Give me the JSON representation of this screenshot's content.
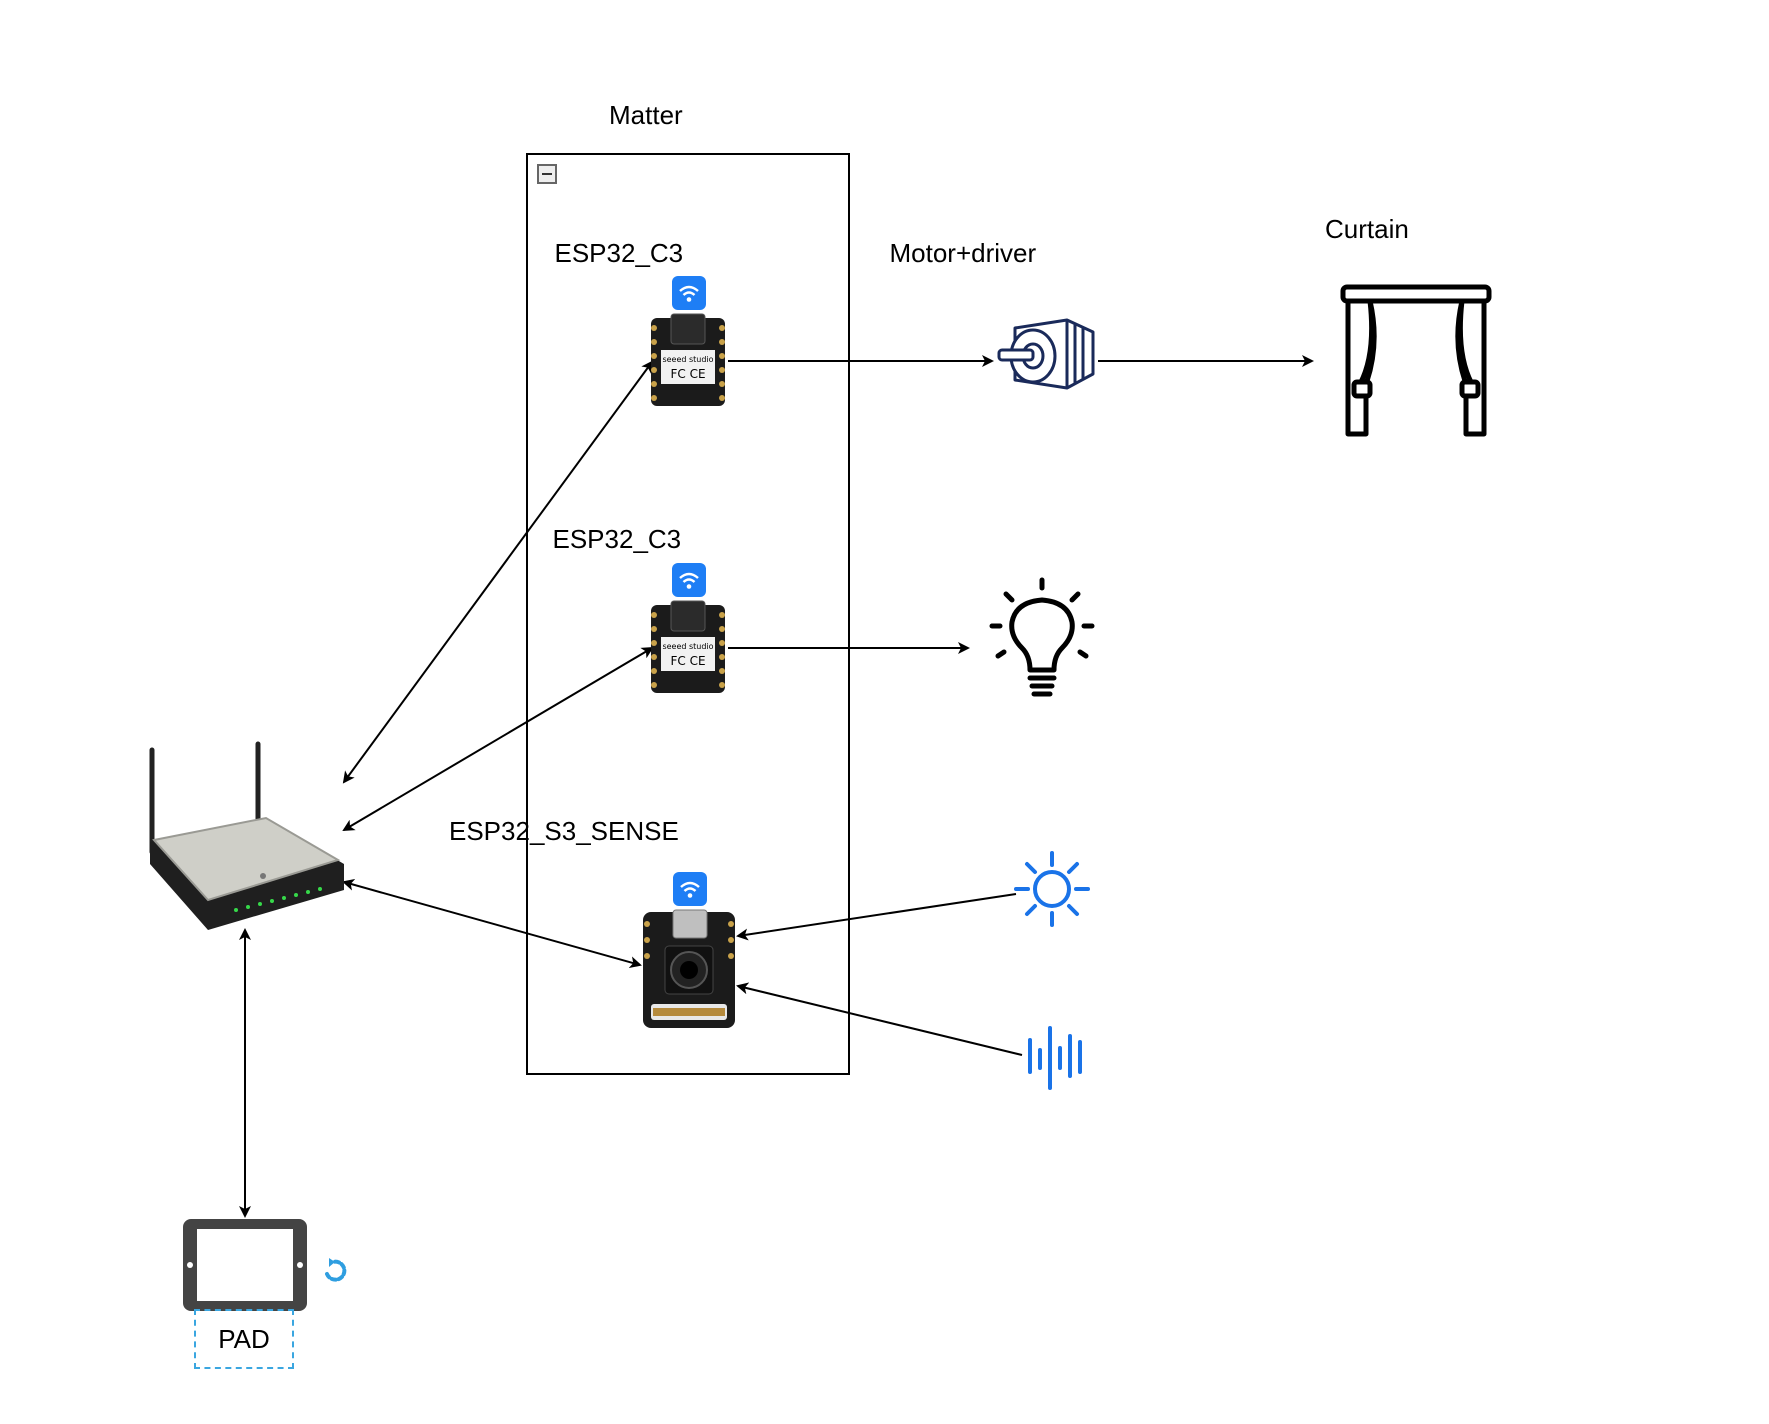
{
  "group": {
    "title": "Matter"
  },
  "boards": [
    {
      "label": "ESP32_C3"
    },
    {
      "label": "ESP32_C3"
    },
    {
      "label": "ESP32_S3_SENSE"
    }
  ],
  "actuators": {
    "motor_label": "Motor+driver",
    "curtain_label": "Curtain"
  },
  "pad": {
    "label": "PAD"
  },
  "icons": {
    "router": "wifi-router-icon",
    "board": "seeed-xiao-board-icon",
    "wifi": "wifi-badge-icon",
    "motor": "stepper-motor-icon",
    "curtain": "curtain-icon",
    "bulb": "light-bulb-icon",
    "light_sensor": "sun-icon",
    "sound_sensor": "sound-wave-icon",
    "tablet": "tablet-icon",
    "refresh": "refresh-icon"
  },
  "colors": {
    "wifi_badge": "#1e7ef5",
    "sensor_blue": "#1a73e8",
    "pad_border": "#3aa6e0"
  }
}
